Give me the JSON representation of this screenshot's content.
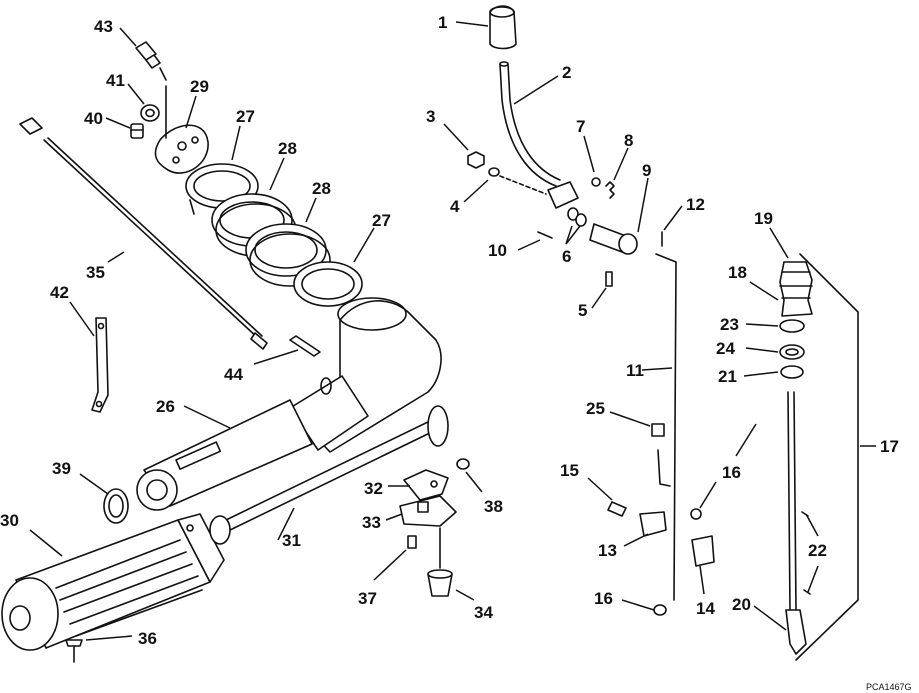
{
  "callouts": {
    "c1": "1",
    "c2": "2",
    "c3": "3",
    "c4": "4",
    "c5": "5",
    "c6": "6",
    "c7": "7",
    "c8": "8",
    "c9": "9",
    "c10": "10",
    "c11": "11",
    "c12": "12",
    "c13": "13",
    "c14": "14",
    "c15": "15",
    "c16a": "16",
    "c16b": "16",
    "c17": "17",
    "c18": "18",
    "c19": "19",
    "c20": "20",
    "c21": "21",
    "c22": "22",
    "c23": "23",
    "c24": "24",
    "c25": "25",
    "c26": "26",
    "c27a": "27",
    "c27b": "27",
    "c28a": "28",
    "c28b": "28",
    "c29": "29",
    "c30": "30",
    "c31": "31",
    "c32": "32",
    "c33": "33",
    "c34": "34",
    "c35": "35",
    "c36": "36",
    "c37": "37",
    "c38": "38",
    "c39": "39",
    "c40": "40",
    "c41": "41",
    "c42": "42",
    "c43": "43",
    "c44": "44"
  },
  "figure_id": "PCA1467G"
}
